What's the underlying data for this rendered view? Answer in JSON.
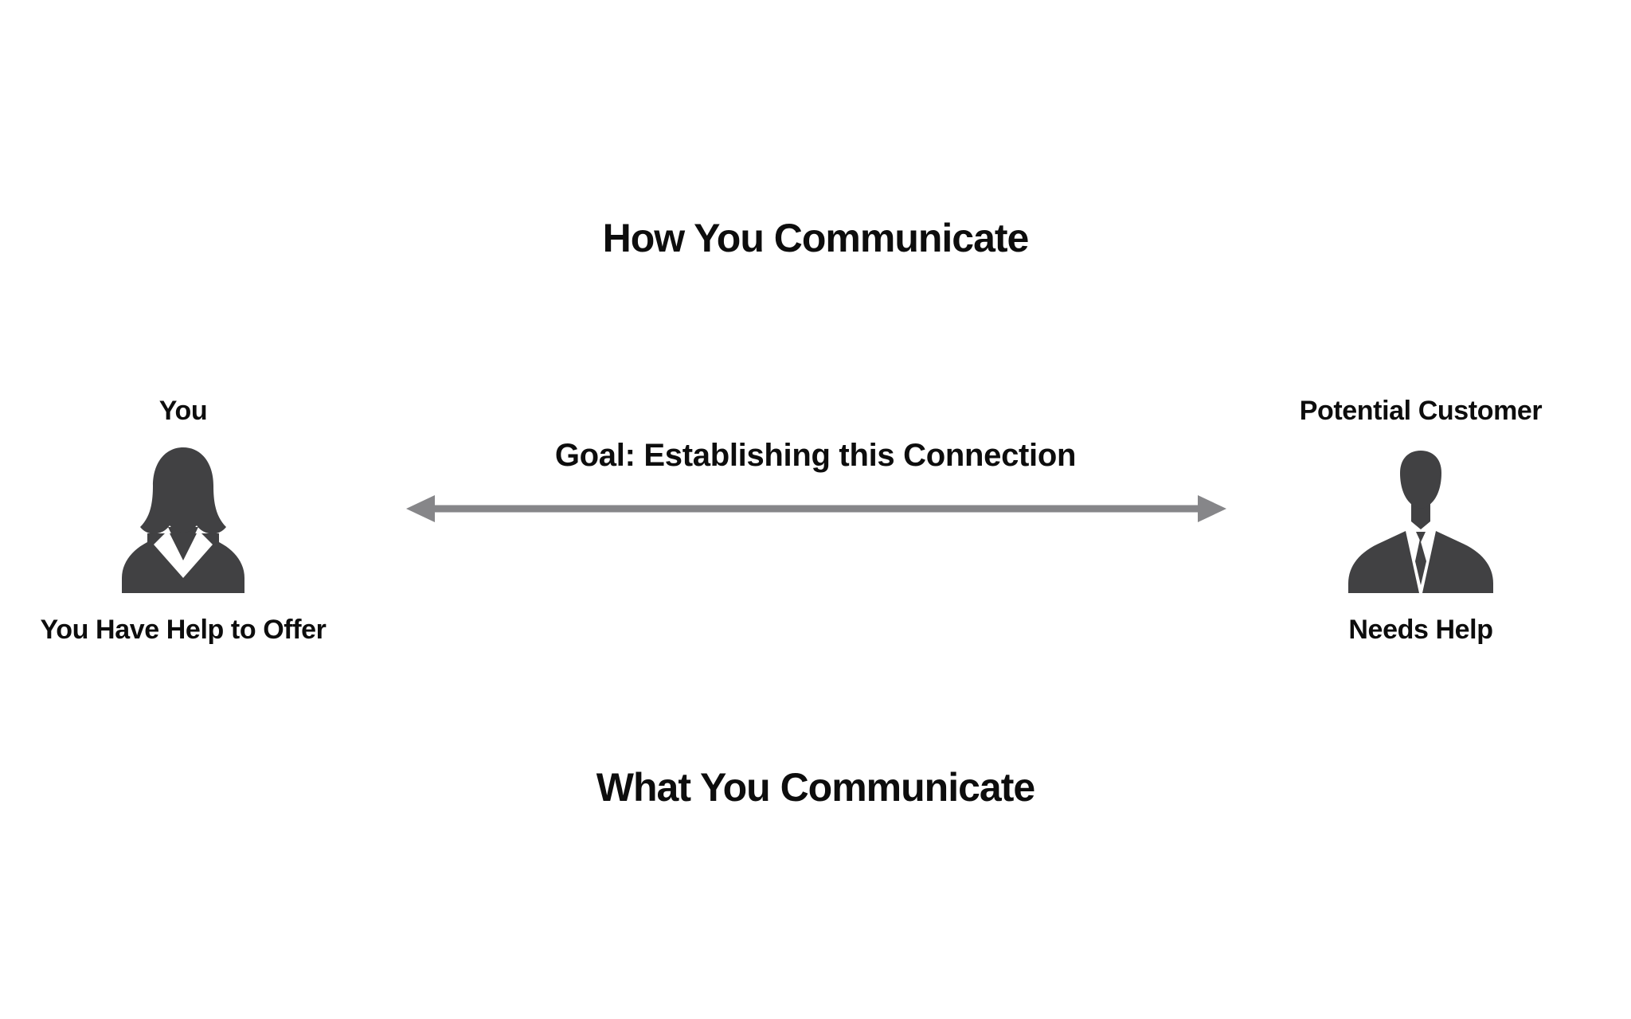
{
  "page": {
    "background": "#ffffff",
    "text_color": "#0d0d0d"
  },
  "top_title": "How You Communicate",
  "bottom_title": "What You Communicate",
  "left_person": {
    "name_label": "You",
    "icon": "businesswoman-silhouette-icon",
    "caption": "You Have Help to Offer"
  },
  "right_person": {
    "name_label": "Potential Customer",
    "icon": "businessman-silhouette-icon",
    "caption": "Needs Help"
  },
  "connection": {
    "goal_label": "Goal: Establishing this Connection",
    "arrow_icon": "double-headed-horizontal-arrow-icon",
    "arrow_color": "#868689",
    "icon_color": "#414143"
  }
}
